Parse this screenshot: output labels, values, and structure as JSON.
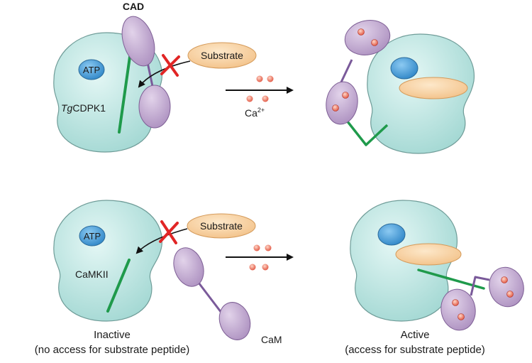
{
  "labels": {
    "cad": "CAD",
    "substrate": "Substrate",
    "atp": "ATP",
    "tg_prefix": "Tg",
    "tg_rest": "CDPK1",
    "calcium_base": "Ca",
    "calcium_charge": "2+",
    "camkii": "CaMKII",
    "cam": "CaM",
    "inactive": "Inactive",
    "inactive_note": "(no access for substrate peptide)",
    "active": "Active",
    "active_note": "(access for substrate peptide)"
  },
  "colors": {
    "kinase_body": "#bfe9e5",
    "kinase_stroke": "#5a7f7c",
    "atp": "#3c97d6",
    "substrate": "#f8d6a9",
    "domain": "#c6acd4",
    "linker_purple": "#7a5a9a",
    "helix_green": "#1f9a4b",
    "block_red": "#e12525",
    "calcium": "#e85a4a"
  },
  "icons": {
    "block": "red-x-icon",
    "reaction_arrow": "arrow-right-icon"
  }
}
